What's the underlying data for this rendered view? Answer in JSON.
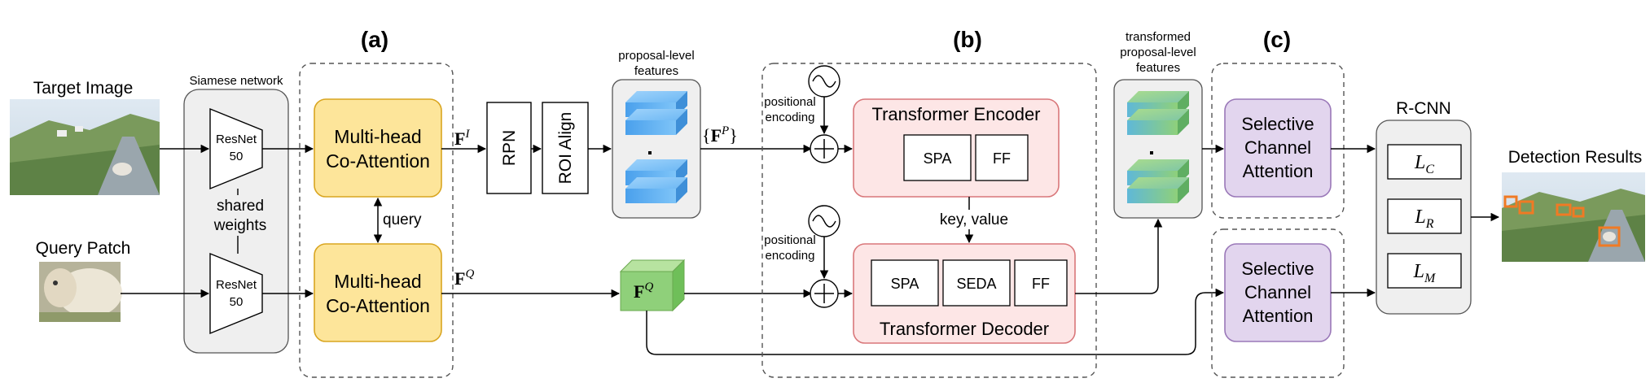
{
  "sections": {
    "a": "(a)",
    "b": "(b)",
    "c": "(c)"
  },
  "inputs": {
    "target": "Target Image",
    "query": "Query Patch"
  },
  "siamese": {
    "title": "Siamese network",
    "backbone": [
      "ResNet",
      "50"
    ],
    "shared": [
      "shared",
      "weights"
    ]
  },
  "coattention": {
    "line1": "Multi-head",
    "line2": "Co-Attention",
    "query_label": "query"
  },
  "features": {
    "FI": "F",
    "FI_sup": "I",
    "FQ": "F",
    "FQ_sup": "Q",
    "FP_open": "{",
    "FP": "F",
    "FP_sup": "P",
    "FP_close": "}"
  },
  "rpn": "RPN",
  "roi_align": "ROI Align",
  "proposal_features": [
    "proposal-level",
    "features"
  ],
  "transformed_features": [
    "transformed",
    "proposal-level",
    "features"
  ],
  "positional_encoding": [
    "positional",
    "encoding"
  ],
  "encoder": {
    "title": "Transformer Encoder",
    "blocks": [
      "SPA",
      "FF"
    ]
  },
  "decoder": {
    "title": "Transformer Decoder",
    "blocks": [
      "SPA",
      "SEDA",
      "FF"
    ]
  },
  "key_value": "key, value",
  "sca": [
    "Selective",
    "Channel",
    "Attention"
  ],
  "rcnn": {
    "title": "R-CNN",
    "losses": [
      {
        "main": "L",
        "sub": "C"
      },
      {
        "main": "L",
        "sub": "R"
      },
      {
        "main": "L",
        "sub": "M"
      }
    ]
  },
  "output": "Detection Results",
  "colors": {
    "coattention_fill": "#fde59a",
    "coattention_stroke": "#d9a520",
    "transformer_fill": "#fde6e6",
    "transformer_stroke": "#d9777a",
    "sca_fill": "#e2d5ee",
    "sca_stroke": "#9a78b8",
    "query_feature": "#8fd07a",
    "cube_blue": "#5aa9ef"
  }
}
